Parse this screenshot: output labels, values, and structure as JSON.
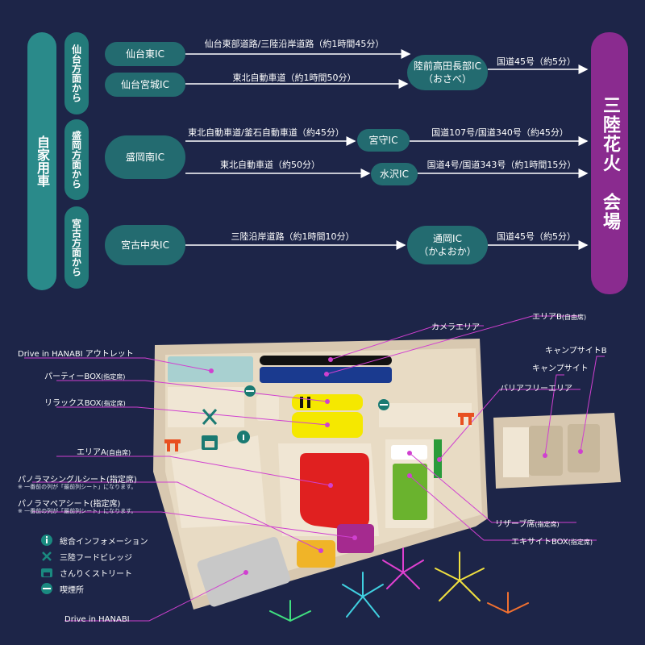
{
  "access": {
    "self_car": "自家用車",
    "groups": [
      {
        "label": "仙台方面から"
      },
      {
        "label": "盛岡方面から"
      },
      {
        "label": "宮古方面から"
      }
    ],
    "origins": {
      "sendai_higashi": "仙台東IC",
      "sendai_miyagi": "仙台宮城IC",
      "morioka_minami": "盛岡南IC",
      "miyako_chuo": "宮古中央IC"
    },
    "junctions": {
      "rikuzen": "陸前高田長部IC\n（おさべ）",
      "miyamori": "宮守IC",
      "mizusawa": "水沢IC",
      "touni": "通岡IC\n（かよおか）"
    },
    "routes": {
      "r1": "仙台東部道路/三陸沿岸道路（約1時間45分）",
      "r2": "東北自動車道（約1時間50分）",
      "r3": "国道45号（約5分）",
      "r4": "東北自動車道/釜石自動車道（約45分）",
      "r5": "国道107号/国道340号（約45分）",
      "r6": "東北自動車道（約50分）",
      "r7": "国道4号/国道343号（約1時間15分）",
      "r8": "三陸沿岸道路（約1時間10分）",
      "r9": "国道45号（約5分）"
    },
    "venue": "三陸花火　会場"
  },
  "map_labels": {
    "drive_in_outlet": "Drive in HANABI アウトレット",
    "party_box": "パーティーBOX",
    "party_box_note": "(指定席)",
    "relax_box": "リラックスBOX",
    "relax_box_note": "(指定席)",
    "area_a": "エリアA",
    "area_a_note": "(自由席)",
    "panorama_single": "パノラマシングルシート(指定席)",
    "panorama_single_note": "※ 一番前の列が「最前列シート」になります。",
    "panorama_pair": "パノラマペアシート(指定席)",
    "panorama_pair_note": "※ 一番前の列が「最前列シート」になります。",
    "camera_area": "カメラエリア",
    "area_b": "エリアB",
    "area_b_note": "(自由席)",
    "camp_site_b": "キャンプサイトB",
    "camp_site": "キャンプサイト",
    "barrier_free": "バリアフリーエリア",
    "reserve_seat": "リザーブ席",
    "reserve_seat_note": "(指定席)",
    "excite_box": "エキサイトBOX",
    "excite_box_note": "(指定席)",
    "drive_in": "Drive in HANABI"
  },
  "legend": [
    {
      "icon": "info-icon",
      "label": "総合インフォメーション"
    },
    {
      "icon": "food-icon",
      "label": "三陸フードビレッジ"
    },
    {
      "icon": "shop-icon",
      "label": "さんりくストリート"
    },
    {
      "icon": "smoking-icon",
      "label": "喫煙所"
    }
  ],
  "colors": {
    "background": "#1d2548",
    "teal": "#2a8a8a",
    "pill": "#236b70",
    "venue": "#8a2b8f",
    "ground": "#d8c8b0",
    "area_a": "#e02020",
    "panorama_pair": "#a52a8f",
    "panorama_single": "#f0b428",
    "relax_box": "#f5e800",
    "party_box": "#f5e800",
    "excite_box": "#6ab32e",
    "barrier_free": "#2a9b3a",
    "drive_in": "#c8c8c8",
    "outlet": "#a8d0d0",
    "camera": "#111111",
    "area_b": "#1a3a8f",
    "leader": "#d040d0"
  }
}
